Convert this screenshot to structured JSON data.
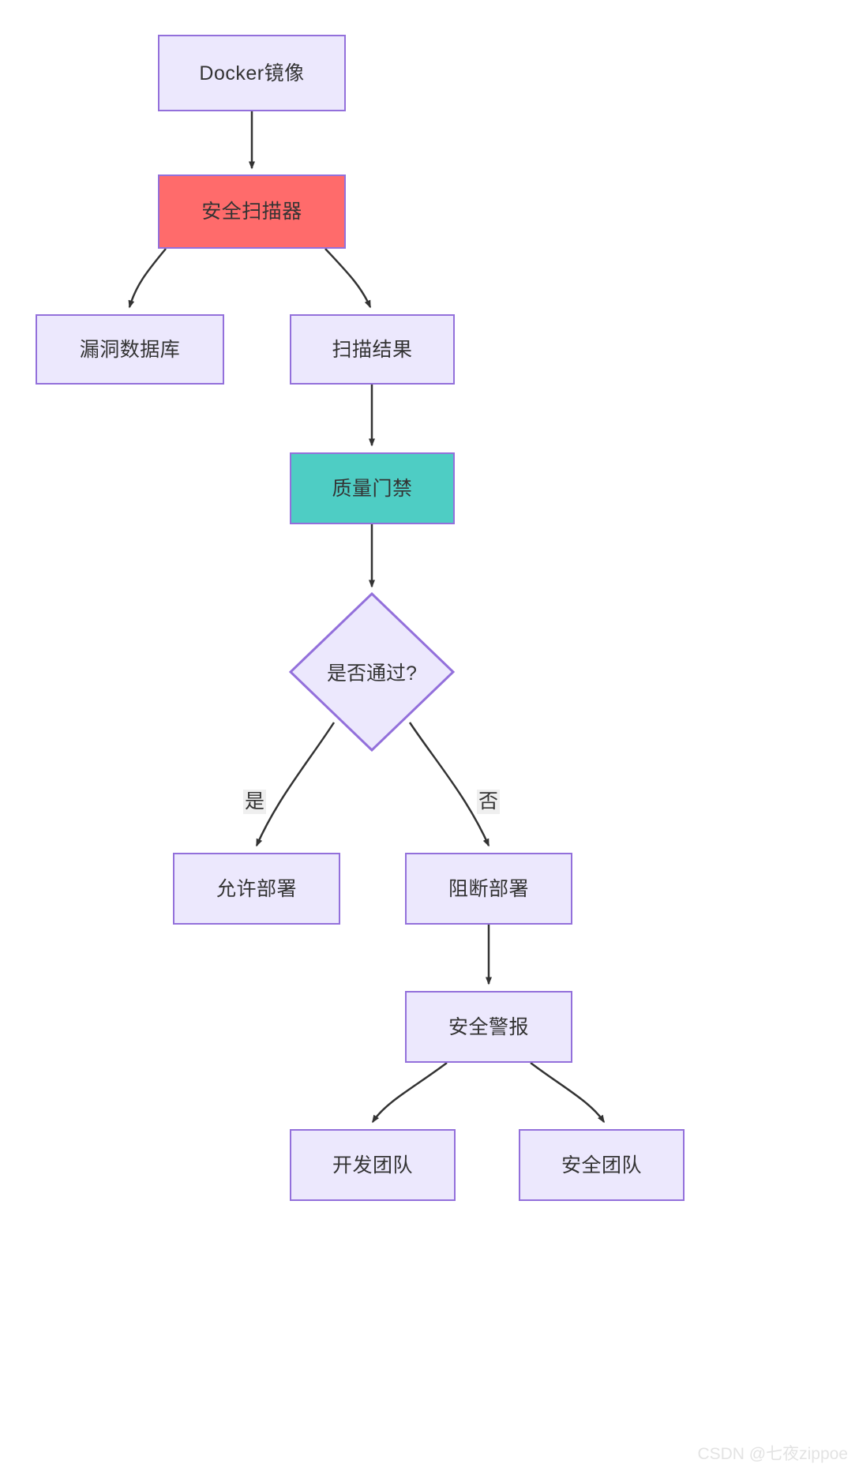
{
  "diagram": {
    "type": "flowchart",
    "direction": "top-down",
    "title": "",
    "theme": {
      "node_fill": "#ECE8FD",
      "node_border": "#9370DB",
      "node_text": "#333333",
      "edge_stroke": "#333333",
      "scanner_fill": "#FF6B6B",
      "gate_fill": "#4ECDC4",
      "edge_label_bg": "#EFEFEF",
      "background": "#FFFFFF"
    },
    "nodes": [
      {
        "id": "docker",
        "label": "Docker镜像",
        "shape": "rect",
        "style": "default"
      },
      {
        "id": "scanner",
        "label": "安全扫描器",
        "shape": "rect",
        "style": "red"
      },
      {
        "id": "vulndb",
        "label": "漏洞数据库",
        "shape": "rect",
        "style": "default"
      },
      {
        "id": "result",
        "label": "扫描结果",
        "shape": "rect",
        "style": "default"
      },
      {
        "id": "gate",
        "label": "质量门禁",
        "shape": "rect",
        "style": "teal"
      },
      {
        "id": "decide",
        "label": "是否通过?",
        "shape": "diamond",
        "style": "default"
      },
      {
        "id": "allow",
        "label": "允许部署",
        "shape": "rect",
        "style": "default"
      },
      {
        "id": "block",
        "label": "阻断部署",
        "shape": "rect",
        "style": "default"
      },
      {
        "id": "alert",
        "label": "安全警报",
        "shape": "rect",
        "style": "default"
      },
      {
        "id": "devteam",
        "label": "开发团队",
        "shape": "rect",
        "style": "default"
      },
      {
        "id": "secteam",
        "label": "安全团队",
        "shape": "rect",
        "style": "default"
      }
    ],
    "edges": [
      {
        "from": "docker",
        "to": "scanner",
        "label": ""
      },
      {
        "from": "scanner",
        "to": "vulndb",
        "label": ""
      },
      {
        "from": "scanner",
        "to": "result",
        "label": ""
      },
      {
        "from": "result",
        "to": "gate",
        "label": ""
      },
      {
        "from": "gate",
        "to": "decide",
        "label": ""
      },
      {
        "from": "decide",
        "to": "allow",
        "label": "是"
      },
      {
        "from": "decide",
        "to": "block",
        "label": "否"
      },
      {
        "from": "block",
        "to": "alert",
        "label": ""
      },
      {
        "from": "alert",
        "to": "devteam",
        "label": ""
      },
      {
        "from": "alert",
        "to": "secteam",
        "label": ""
      }
    ],
    "edge_labels": {
      "yes": "是",
      "no": "否"
    }
  },
  "watermark": {
    "text": "CSDN @七夜zippoe"
  }
}
